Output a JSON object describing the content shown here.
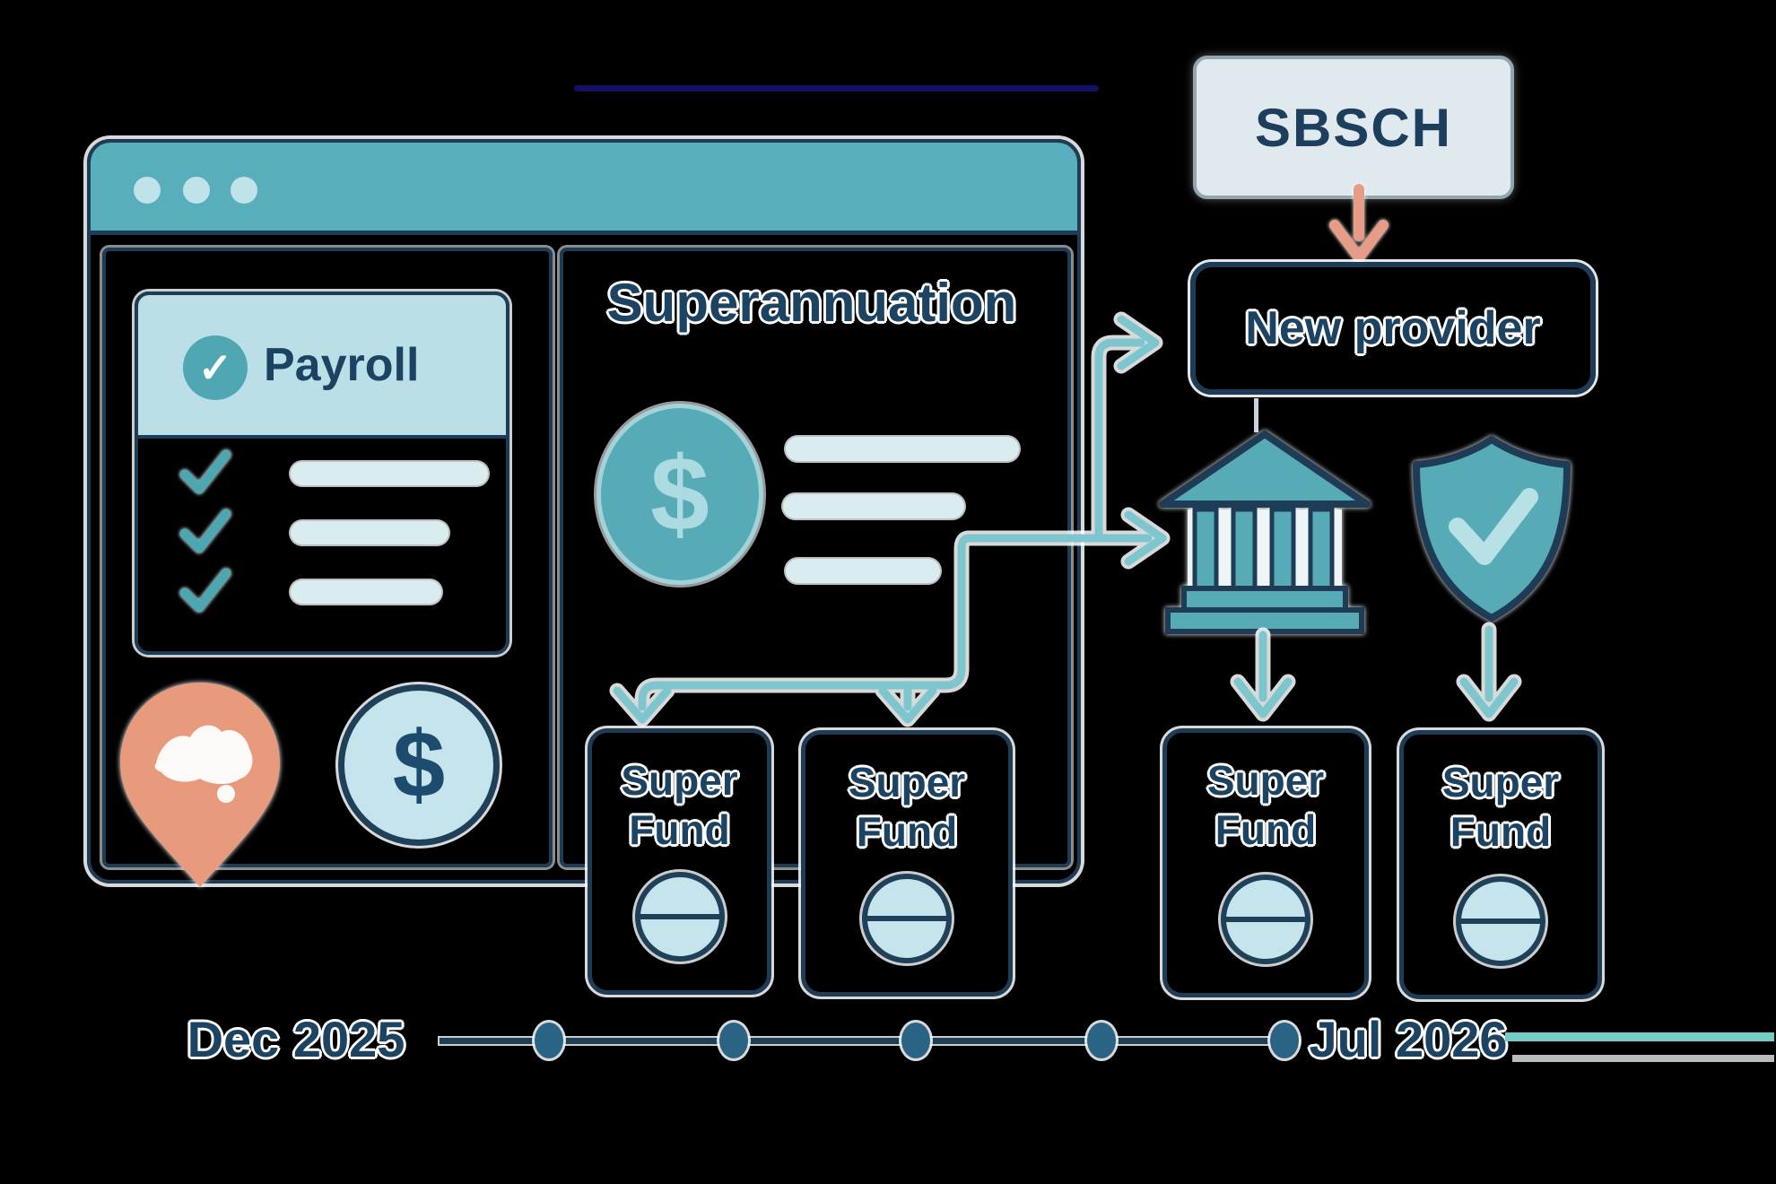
{
  "sbsch": {
    "label": "SBSCH"
  },
  "new_provider": {
    "label": "New provider"
  },
  "window": {
    "payroll_title": "Payroll",
    "superannuation_title": "Superannuation",
    "checklist_row_count": 3,
    "header_dot_count": 3
  },
  "funds": [
    {
      "label": "Super Fund"
    },
    {
      "label": "Super Fund"
    },
    {
      "label": "Super Fund"
    },
    {
      "label": "Super Fund"
    }
  ],
  "timeline": {
    "start_label": "Dec 2025",
    "end_label": "Jul 2026",
    "dot_count": 5
  },
  "icons": {
    "dollar_glyph": "$",
    "check_glyph": "✓",
    "bank": "bank-icon",
    "shield_check": "shield-check-icon",
    "australia_pin": "australia-map-pin-icon",
    "coin": "coin-icon"
  },
  "colors": {
    "background": "#000000",
    "navy_border": "#1e3c55",
    "navy_text": "#1c4462",
    "teal_header": "#58aeba",
    "teal_icon": "#57abb7",
    "arrow_teal": "#7ec6cd",
    "light_blue_header": "#badfe6",
    "pill_blue": "#d9ecf0",
    "coin_blue": "#c6e4eb",
    "pin_orange": "#e89a7c",
    "sbsch_arrow_salmon": "#e79d85",
    "timeline_tail_teal": "#74ccc7",
    "timeline_tail_gray": "#b9bcbd"
  }
}
